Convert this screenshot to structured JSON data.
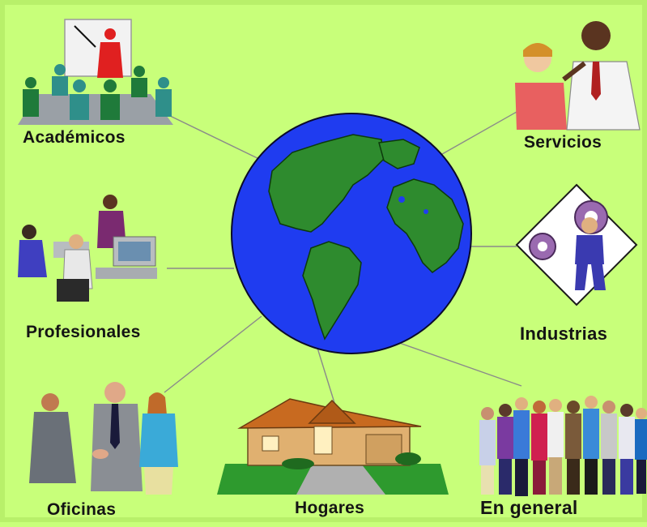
{
  "categories": {
    "academicos": "Académicos",
    "servicios": "Servicios",
    "profesionales": "Profesionales",
    "industrias": "Industrias",
    "oficinas": "Oficinas",
    "hogares": "Hogares",
    "en_general": "En general"
  },
  "colors": {
    "background": "#c8ff7a",
    "ocean": "#1f3cf0",
    "land": "#2e8b2e",
    "connector": "#8a8a8a"
  }
}
